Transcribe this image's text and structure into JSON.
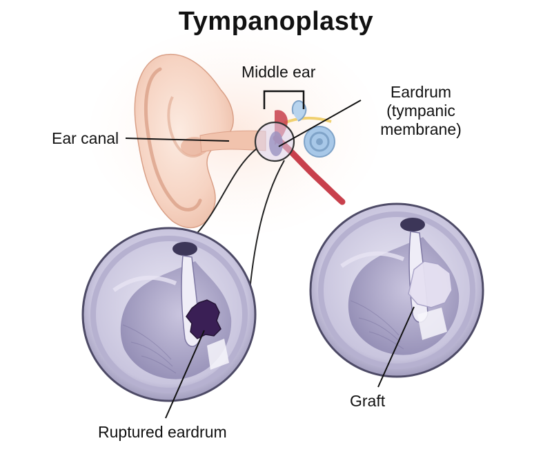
{
  "title": "Tympanoplasty",
  "labels": {
    "middle_ear": "Middle ear",
    "eardrum_line1": "Eardrum",
    "eardrum_line2": "(tympanic",
    "eardrum_line3": "membrane)",
    "ear_canal": "Ear canal",
    "ruptured_eardrum": "Ruptured  eardrum",
    "graft": "Graft"
  },
  "colors": {
    "skin_light": "#fbe4d8",
    "skin_mid": "#f3c7b2",
    "skin_shadow": "#e0a88e",
    "membrane_outer": "#d9d6ea",
    "membrane_rim": "#4d4a66",
    "membrane_inner": "#a9a4c9",
    "hole": "#3a1f55",
    "graft": "#e6e1f2",
    "artery": "#c8404c",
    "cochlea": "#a8c8e8",
    "nerve": "#f0d070",
    "leader": "#111111"
  }
}
